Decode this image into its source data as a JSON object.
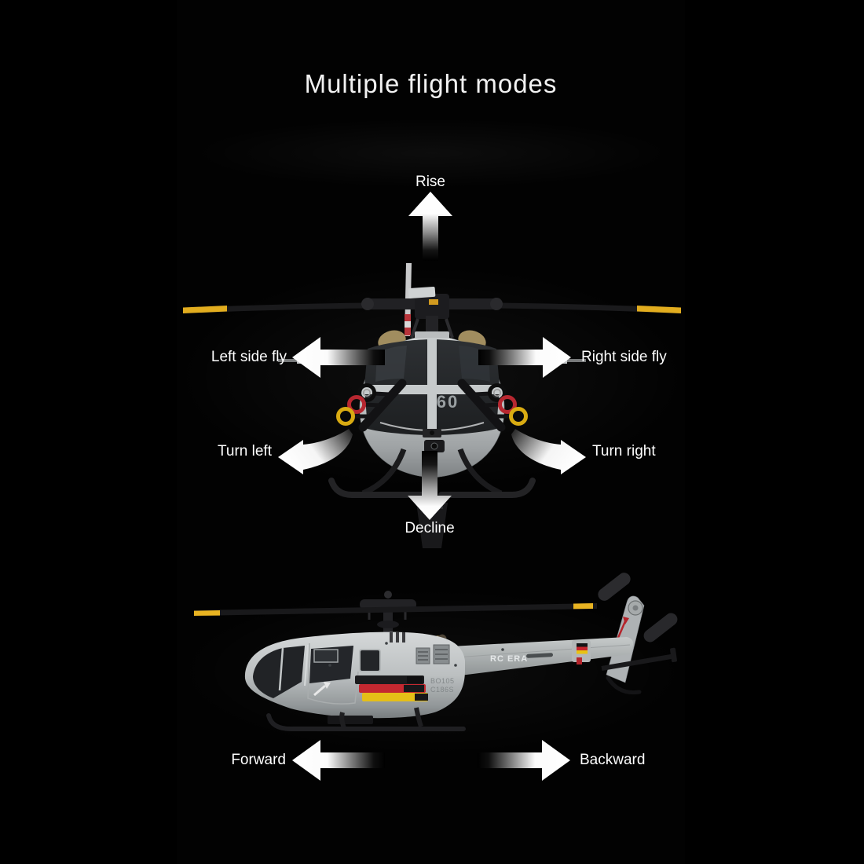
{
  "title": "Multiple flight modes",
  "front_section": {
    "rise": "Rise",
    "left_side_fly": "Left side fly",
    "right_side_fly": "Right side fly",
    "turn_left": "Turn left",
    "turn_right": "Turn right",
    "decline": "Decline",
    "heli_markings": {
      "door_number": "60"
    }
  },
  "side_section": {
    "forward": "Forward",
    "backward": "Backward",
    "heli_markings": {
      "brand": "RC ERA",
      "model_line1": "BO105",
      "model_line2": "C186S"
    }
  },
  "colors": {
    "background": "#000000",
    "title_text": "#f2f2f2",
    "label_text": "#ffffff",
    "arrow_white": "#ffffff",
    "rotor_tip_yellow": "#e6b226",
    "helicopter_grey": "#bfc3c4",
    "flag_black": "#1b1b1d",
    "flag_red": "#c8252c",
    "flag_gold": "#e8c312",
    "ring_red": "#b72730",
    "ring_yellow": "#d9ab12",
    "stabilizer_green": "#3fae3f",
    "stabilizer_red": "#cc2f33"
  }
}
